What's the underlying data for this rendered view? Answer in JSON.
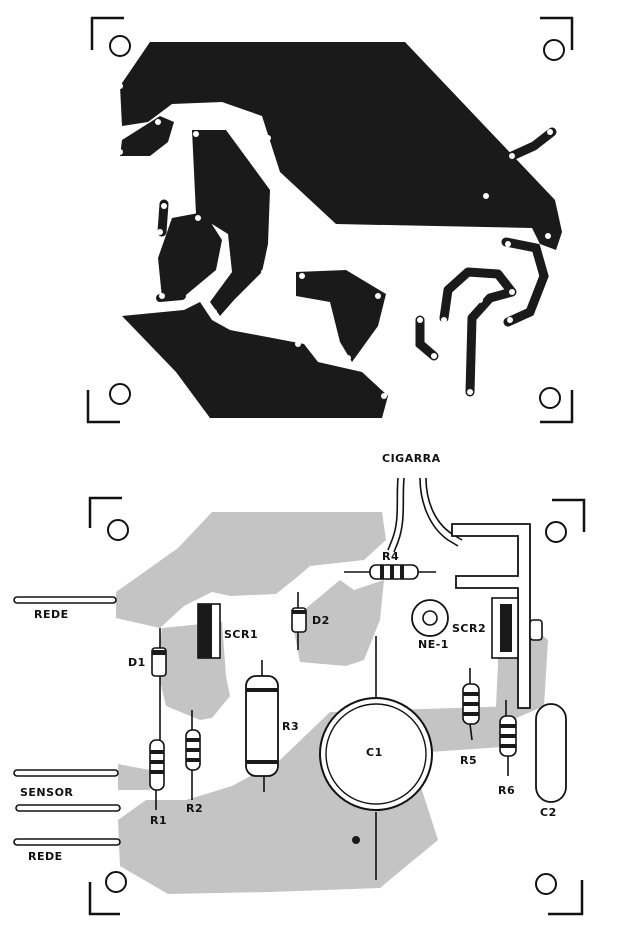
{
  "labels": {
    "cigarra": "CIGARRA",
    "rede_top": "REDE",
    "sensor": "SENSOR",
    "rede_bottom": "REDE",
    "r1": "R1",
    "r2": "R2",
    "r3": "R3",
    "r4": "R4",
    "r5": "R5",
    "r6": "R6",
    "d1": "D1",
    "d2": "D2",
    "c1": "C1",
    "c2": "C2",
    "scr1": "SCR1",
    "scr2": "SCR2",
    "ne1": "NE-1"
  },
  "colors": {
    "copper": "#1a1a1a",
    "silkscreen_fill": "#c4c4c4",
    "outline": "#111111",
    "background": "#ffffff"
  }
}
